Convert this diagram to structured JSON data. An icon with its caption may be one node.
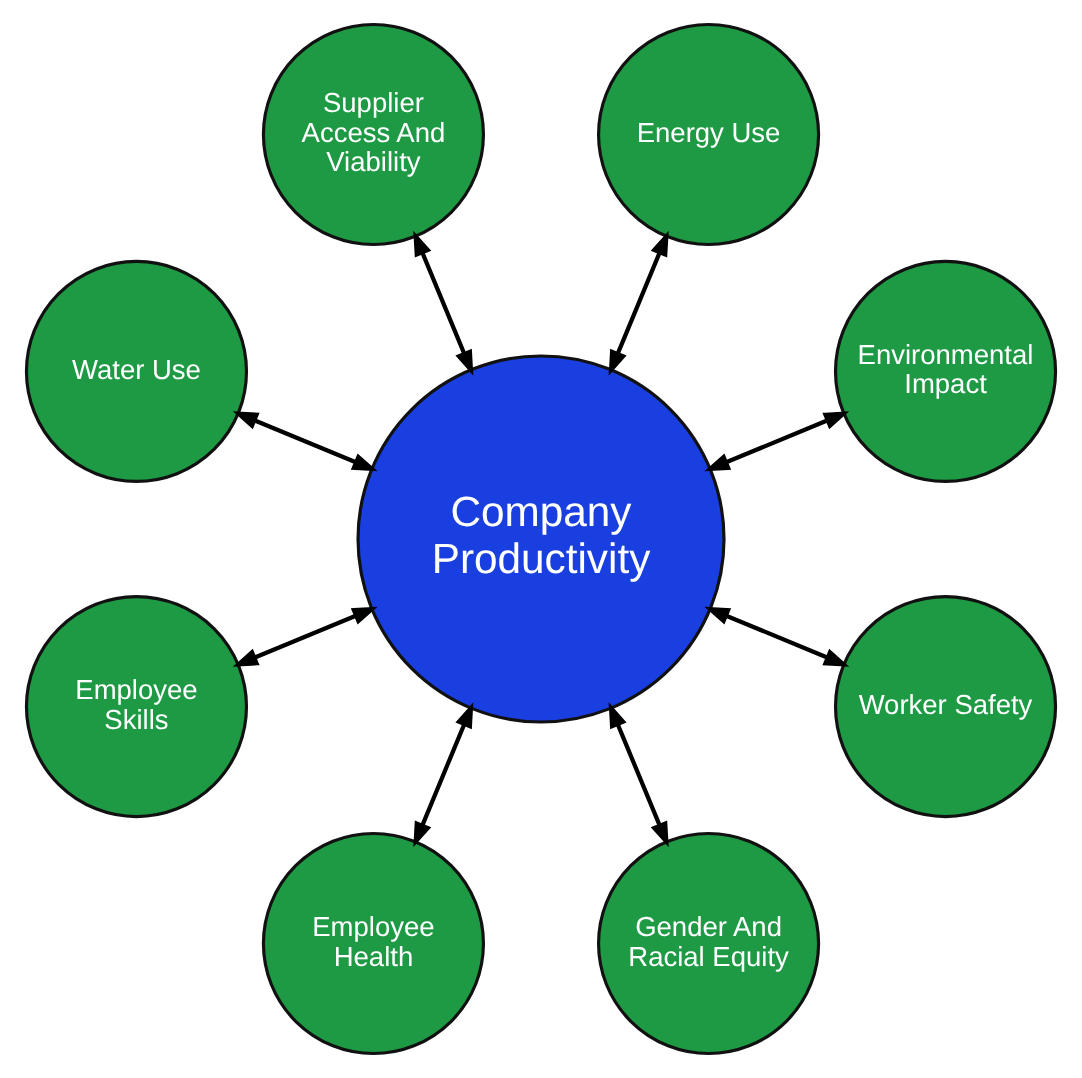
{
  "diagram": {
    "nodes": [
      {
        "text": [
          "Company Productivity"
        ]
      },
      {
        "text": [
          "Environmental Impact"
        ]
      },
      {
        "text": [
          "Energy Use"
        ]
      },
      {
        "text": [
          "Supplier Access And Viability"
        ]
      },
      {
        "text": [
          "Water Use"
        ]
      },
      {
        "text": [
          "Employee Skills"
        ]
      },
      {
        "text": [
          "Employee Health"
        ]
      },
      {
        "text": [
          "Gender And Racial Equity"
        ]
      },
      {
        "text": [
          "Worker Safety"
        ]
      }
    ],
    "edges": [
      {
        "from": 0,
        "to": 1,
        "arrow": "both"
      },
      {
        "from": 0,
        "to": 3,
        "arrow": "both"
      },
      {
        "from": 0,
        "to": 5,
        "arrow": "both"
      },
      {
        "from": 0,
        "to": 7,
        "arrow": "both"
      },
      {
        "from": 0,
        "to": 8,
        "arrow": "both"
      },
      {
        "from": 0,
        "to": 6,
        "arrow": "both"
      },
      {
        "from": 0,
        "to": 4,
        "arrow": "both"
      },
      {
        "from": 0,
        "to": 2,
        "arrow": "both"
      }
    ]
  }
}
